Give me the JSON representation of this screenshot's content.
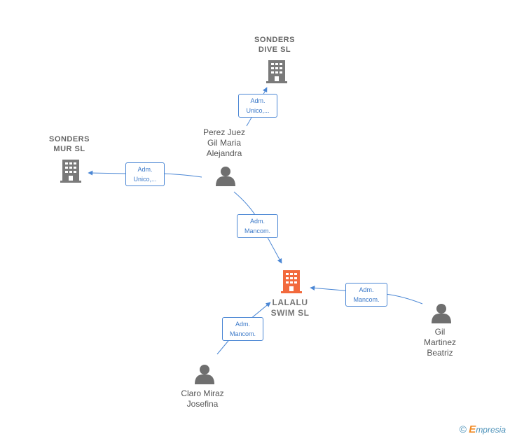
{
  "nodes": {
    "lalalu": {
      "label": "LALALU\nSWIM  SL",
      "kind": "company-main",
      "color": "#f26a3d"
    },
    "dive": {
      "label": "SONDERS\nDIVE  SL",
      "kind": "company",
      "color": "#7a7a7a"
    },
    "mur": {
      "label": "SONDERS\nMUR  SL",
      "kind": "company",
      "color": "#7a7a7a"
    },
    "perez": {
      "label": "Perez Juez\nGil Maria\nAlejandra",
      "kind": "person",
      "color": "#6f6f6f"
    },
    "gil": {
      "label": "Gil\nMartinez\nBeatriz",
      "kind": "person",
      "color": "#6f6f6f"
    },
    "claro": {
      "label": "Claro Miraz\nJosefina",
      "kind": "person",
      "color": "#6f6f6f"
    }
  },
  "edges": {
    "perez_dive": {
      "line1": "Adm.",
      "line2": "Unico,..."
    },
    "perez_mur": {
      "line1": "Adm.",
      "line2": "Unico,..."
    },
    "perez_lalalu": {
      "line1": "Adm.",
      "line2": "Mancom."
    },
    "gil_lalalu": {
      "line1": "Adm.",
      "line2": "Mancom."
    },
    "claro_lalalu": {
      "line1": "Adm.",
      "line2": "Mancom."
    }
  },
  "colors": {
    "edge": "#4a86d4",
    "main": "#f26a3d",
    "company": "#7a7a7a",
    "person": "#6f6f6f"
  },
  "brand": {
    "symbol": "©",
    "initial": "E",
    "rest": "mpresia"
  }
}
